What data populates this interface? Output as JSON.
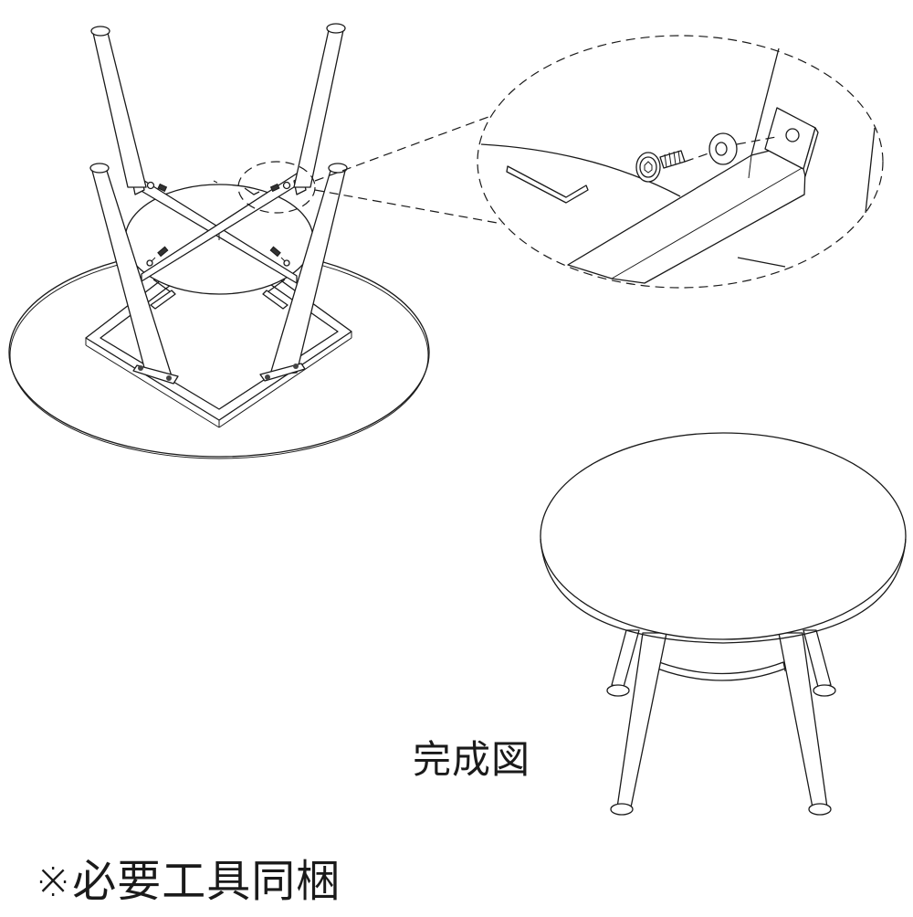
{
  "diagram": {
    "type": "assembly-instruction",
    "subject": "round table with tapered legs and cross-brace / square frame underside",
    "colors": {
      "line": "#1a1a1a",
      "background": "#ffffff"
    },
    "views": [
      {
        "id": "underside-view",
        "description": "Table turned upside down: round top, square frame, cross brace, 4 legs, bolts with washers",
        "parts_shown": [
          "tabletop",
          "square-frame",
          "cross-brace",
          "leg",
          "leg",
          "leg",
          "leg",
          "bolt",
          "washer",
          "hex-key"
        ]
      },
      {
        "id": "detail-callout",
        "description": "Magnified dashed-circle detail: hex key, cap bolt, washer, leg bracket plate",
        "parts_shown": [
          "hex-key",
          "cap-bolt",
          "washer",
          "bracket-plate",
          "brace-bar"
        ]
      },
      {
        "id": "completed-view",
        "description": "Assembled round table standing upright"
      }
    ]
  },
  "labels": {
    "completed": "完成図",
    "tools_note": "※必要工具同梱"
  }
}
